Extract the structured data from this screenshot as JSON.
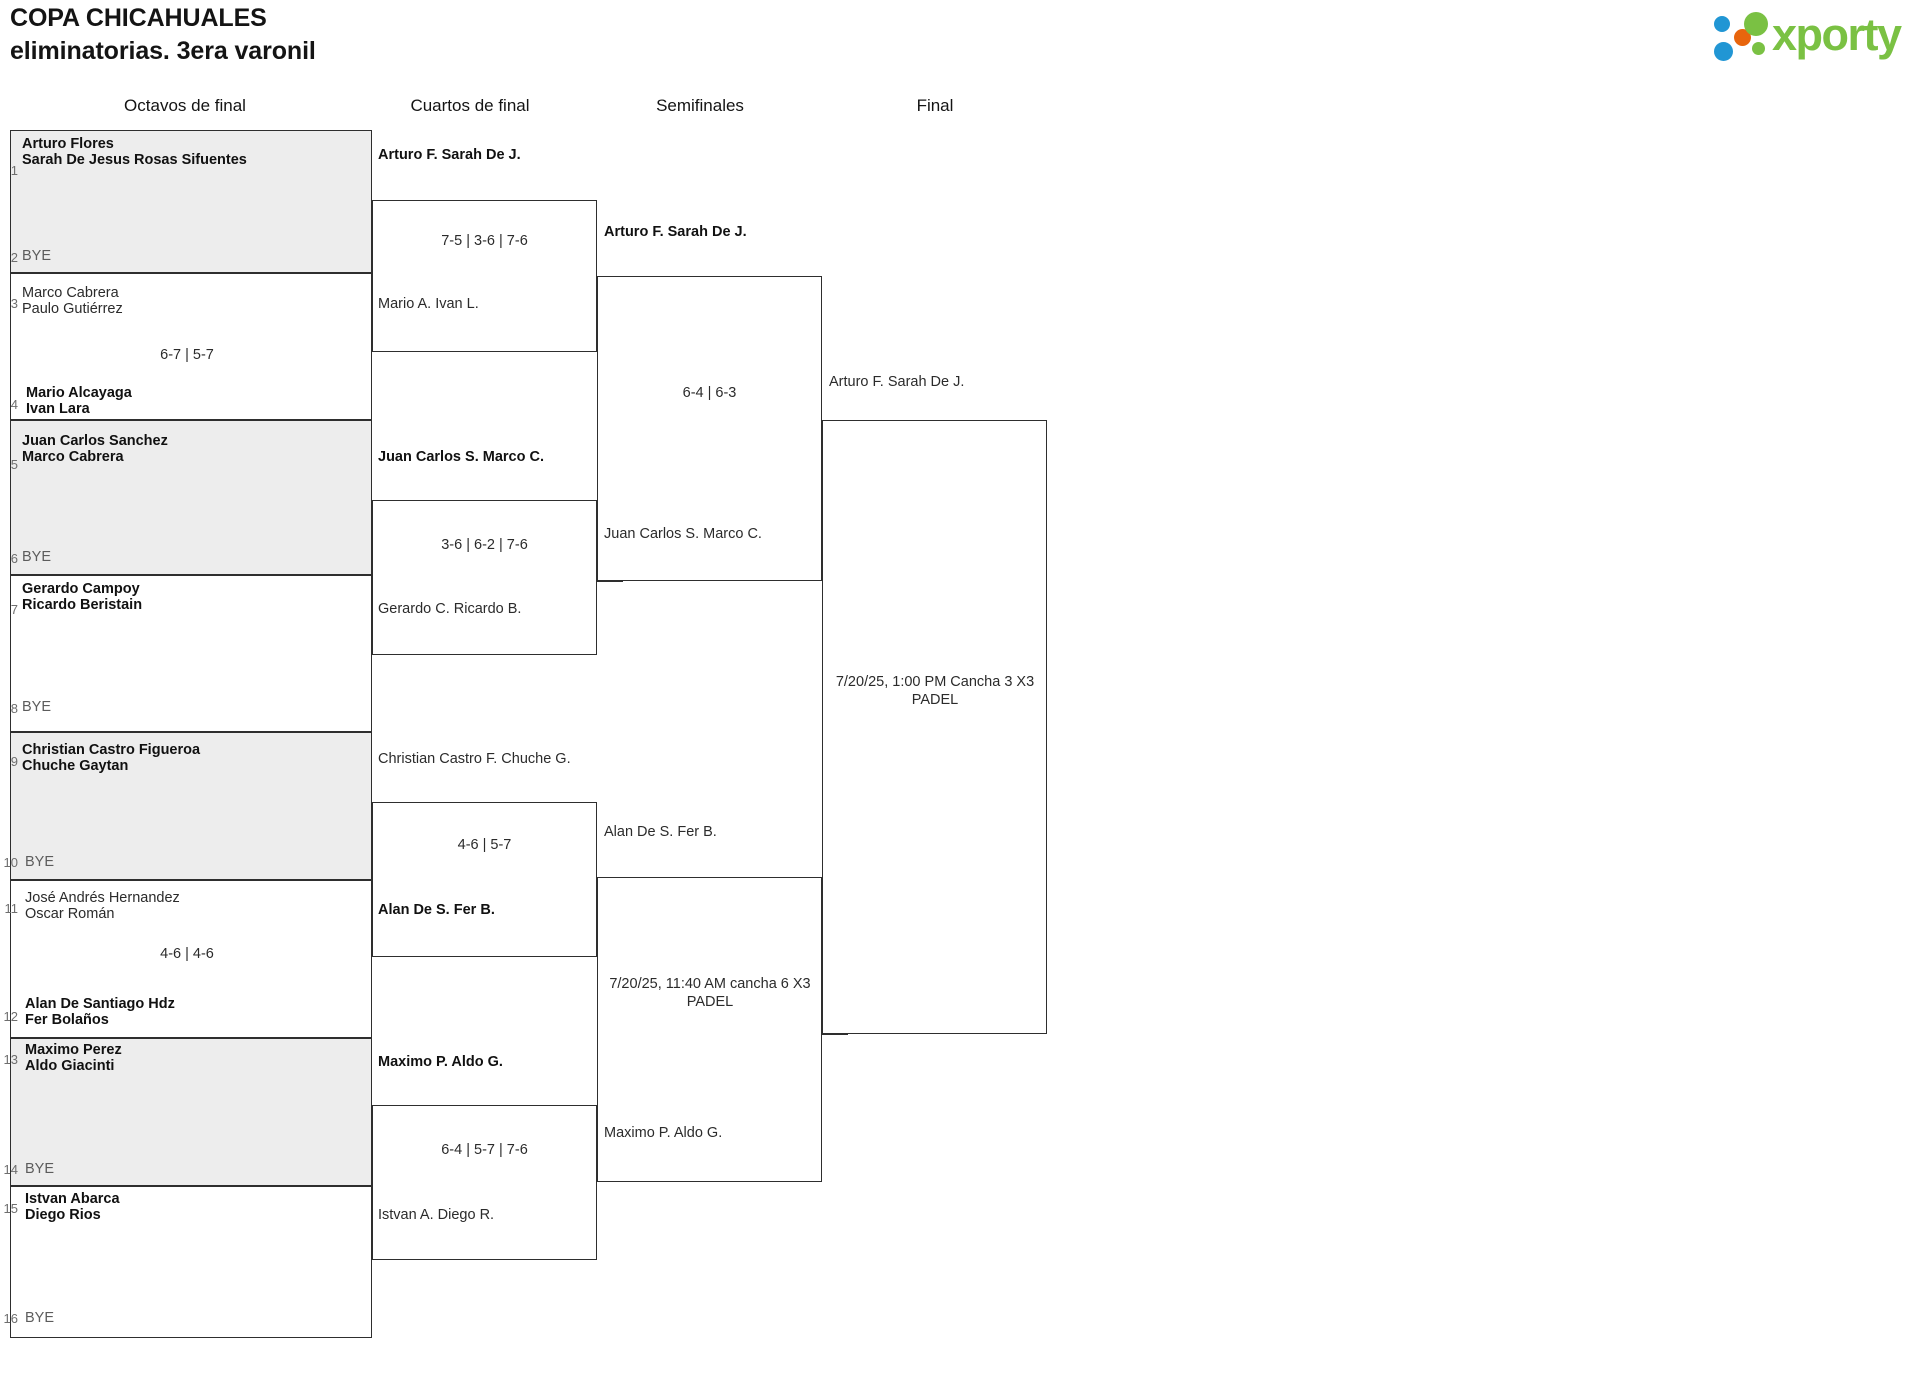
{
  "header": {
    "title_line1": "COPA CHICAHUALES",
    "title_line2": "eliminatorias. 3era varonil",
    "logo_text": "xporty",
    "logo_colors": {
      "green": "#7ac143",
      "blue": "#2196d4",
      "orange": "#e8650d"
    }
  },
  "rounds": [
    {
      "label": "Octavos de final"
    },
    {
      "label": "Cuartos de final"
    },
    {
      "label": "Semifinales"
    },
    {
      "label": "Final"
    }
  ],
  "bye_label": "BYE",
  "round1": [
    {
      "seed_top": "1",
      "seed_bottom": "2",
      "top_line1": "Arturo Flores",
      "top_line2": "Sarah De Jesus Rosas Sifuentes",
      "bottom_line1": "BYE",
      "bottom_line2": "",
      "score": "",
      "winner": "top",
      "shaded": true
    },
    {
      "seed_top": "3",
      "seed_bottom": "4",
      "top_line1": "Marco Cabrera",
      "top_line2": "Paulo Gutiérrez",
      "bottom_line1": "Mario Alcayaga",
      "bottom_line2": "Ivan Lara",
      "score": "6-7 | 5-7",
      "winner": "bottom",
      "shaded": false
    },
    {
      "seed_top": "5",
      "seed_bottom": "6",
      "top_line1": "Juan Carlos Sanchez",
      "top_line2": "Marco Cabrera",
      "bottom_line1": "BYE",
      "bottom_line2": "",
      "score": "",
      "winner": "top",
      "shaded": true
    },
    {
      "seed_top": "7",
      "seed_bottom": "8",
      "top_line1": "Gerardo Campoy",
      "top_line2": "Ricardo Beristain",
      "bottom_line1": "BYE",
      "bottom_line2": "",
      "score": "",
      "winner": "top",
      "shaded": false
    },
    {
      "seed_top": "9",
      "seed_bottom": "10",
      "top_line1": "Christian Castro Figueroa",
      "top_line2": "Chuche Gaytan",
      "bottom_line1": "BYE",
      "bottom_line2": "",
      "score": "",
      "winner": "top",
      "shaded": true
    },
    {
      "seed_top": "11",
      "seed_bottom": "12",
      "top_line1": "José Andrés Hernandez",
      "top_line2": "Oscar Román",
      "bottom_line1": "Alan De Santiago Hdz",
      "bottom_line2": "Fer Bolaños",
      "score": "4-6 | 4-6",
      "winner": "bottom",
      "shaded": false
    },
    {
      "seed_top": "13",
      "seed_bottom": "14",
      "top_line1": "Maximo Perez",
      "top_line2": "Aldo Giacinti",
      "bottom_line1": "BYE",
      "bottom_line2": "",
      "score": "",
      "winner": "top",
      "shaded": true
    },
    {
      "seed_top": "15",
      "seed_bottom": "16",
      "top_line1": "Istvan Abarca",
      "top_line2": "Diego Rios",
      "bottom_line1": "BYE",
      "bottom_line2": "",
      "score": "",
      "winner": "top",
      "shaded": false
    }
  ],
  "quarterfinals": [
    {
      "top_line1": "Arturo F.",
      "top_line2": "Sarah De J.",
      "bottom_line1": "Mario A.",
      "bottom_line2": "Ivan L.",
      "score": "7-5 | 3-6 | 7-6",
      "winner": "top"
    },
    {
      "top_line1": "Juan Carlos S.",
      "top_line2": "Marco C.",
      "bottom_line1": "Gerardo C.",
      "bottom_line2": "Ricardo B.",
      "score": "3-6 | 6-2 | 7-6",
      "winner": "top"
    },
    {
      "top_line1": "Christian Castro F.",
      "top_line2": "Chuche G.",
      "bottom_line1": "Alan De S.",
      "bottom_line2": "Fer B.",
      "score": "4-6 | 5-7",
      "winner": "bottom"
    },
    {
      "top_line1": "Maximo P.",
      "top_line2": "Aldo G.",
      "bottom_line1": "Istvan A.",
      "bottom_line2": "Diego R.",
      "score": "6-4 | 5-7 | 7-6",
      "winner": "top"
    }
  ],
  "semifinals": [
    {
      "top_line1": "Arturo F.",
      "top_line2": "Sarah De J.",
      "bottom_line1": "Juan Carlos S.",
      "bottom_line2": "Marco C.",
      "score": "6-4 | 6-3",
      "winner": "top"
    },
    {
      "top_line1": "Alan De S.",
      "top_line2": "Fer B.",
      "bottom_line1": "Maximo P.",
      "bottom_line2": "Aldo G.",
      "schedule_line1": "7/20/25, 11:40 AM cancha 6",
      "schedule_line2": "X3 PADEL",
      "score": "",
      "winner": "none"
    }
  ],
  "final": {
    "top_line1": "Arturo F.",
    "top_line2": "Sarah De J.",
    "bottom_line1": "",
    "bottom_line2": "",
    "schedule_line1": "7/20/25, 1:00 PM Cancha 3 X3",
    "schedule_line2": "PADEL",
    "score": "",
    "winner": "none"
  }
}
